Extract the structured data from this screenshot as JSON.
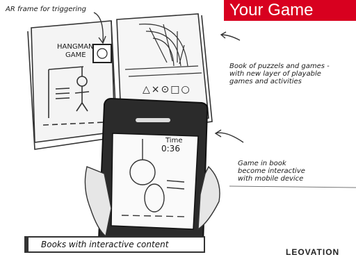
{
  "header": {
    "title": "Your Game"
  },
  "annotations": {
    "ar_frame": "AR frame for triggering",
    "book_puzzles": "Book of puzzels and games -\nwith new layer of playable\ngames and activities",
    "game_interactive": "Game in book\nbecome interactive\nwith mobile device"
  },
  "book": {
    "game_title_line1": "HANGMAN",
    "game_title_line2": "GAME",
    "symbols": "△×⊙□○"
  },
  "phone": {
    "time_label": "Time",
    "time_value": "0:36"
  },
  "caption": {
    "text": "Books with interactive content"
  },
  "brand": {
    "name": "LEOVATION"
  }
}
